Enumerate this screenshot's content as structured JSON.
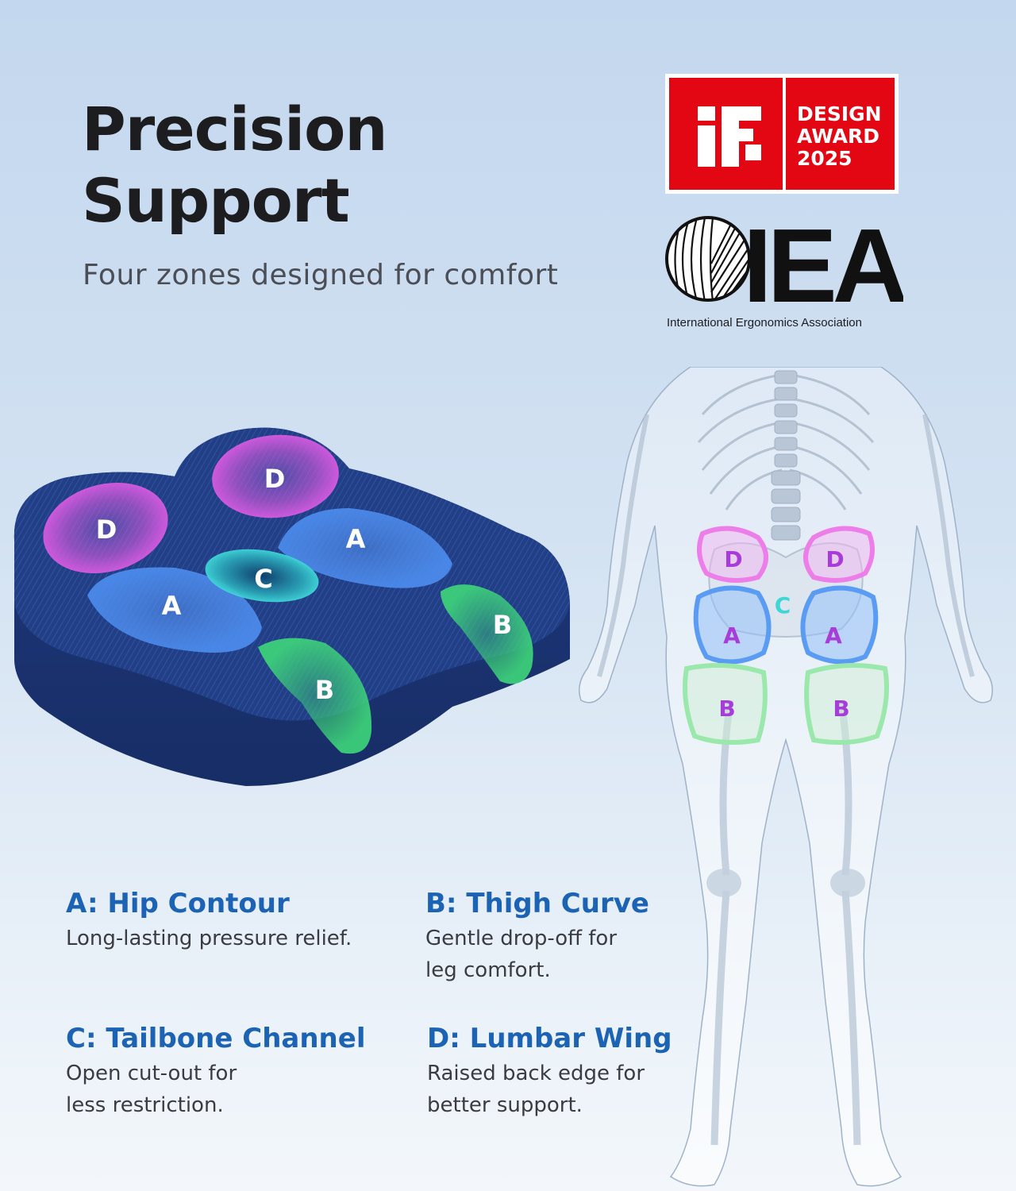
{
  "header": {
    "title_line1": "Precision",
    "title_line2": "Support",
    "subtitle": "Four zones designed for comfort"
  },
  "awards": {
    "if": {
      "line1": "DESIGN",
      "line2": "AWARD",
      "line3": "2025",
      "color": "#e30613"
    },
    "iea": {
      "logo_text": "IEA",
      "caption": "International Ergonomics Association"
    }
  },
  "cushion_labels": {
    "d1": "D",
    "d2": "D",
    "a1": "A",
    "a2": "A",
    "c": "C",
    "b1": "B",
    "b2": "B"
  },
  "body_labels": {
    "d1": "D",
    "d2": "D",
    "c": "C",
    "a1": "A",
    "a2": "A",
    "b1": "B",
    "b2": "B"
  },
  "zones": {
    "a": {
      "title": "A: Hip Contour",
      "desc_line1": "Long-lasting pressure relief.",
      "desc_line2": ""
    },
    "b": {
      "title": "B: Thigh Curve",
      "desc_line1": "Gentle drop-off for",
      "desc_line2": "leg comfort."
    },
    "c": {
      "title": "C: Tailbone Channel",
      "desc_line1": "Open cut-out for",
      "desc_line2": "less restriction."
    },
    "d": {
      "title": "D: Lumbar Wing",
      "desc_line1": "Raised back edge for",
      "desc_line2": "better support."
    }
  },
  "colors": {
    "accent_blue": "#1c63b3",
    "zone_a": "#4d8ef0",
    "zone_b": "#3ed77a",
    "zone_c": "#3fd6d6",
    "zone_d": "#d65ae0",
    "cushion": "#223f86"
  }
}
